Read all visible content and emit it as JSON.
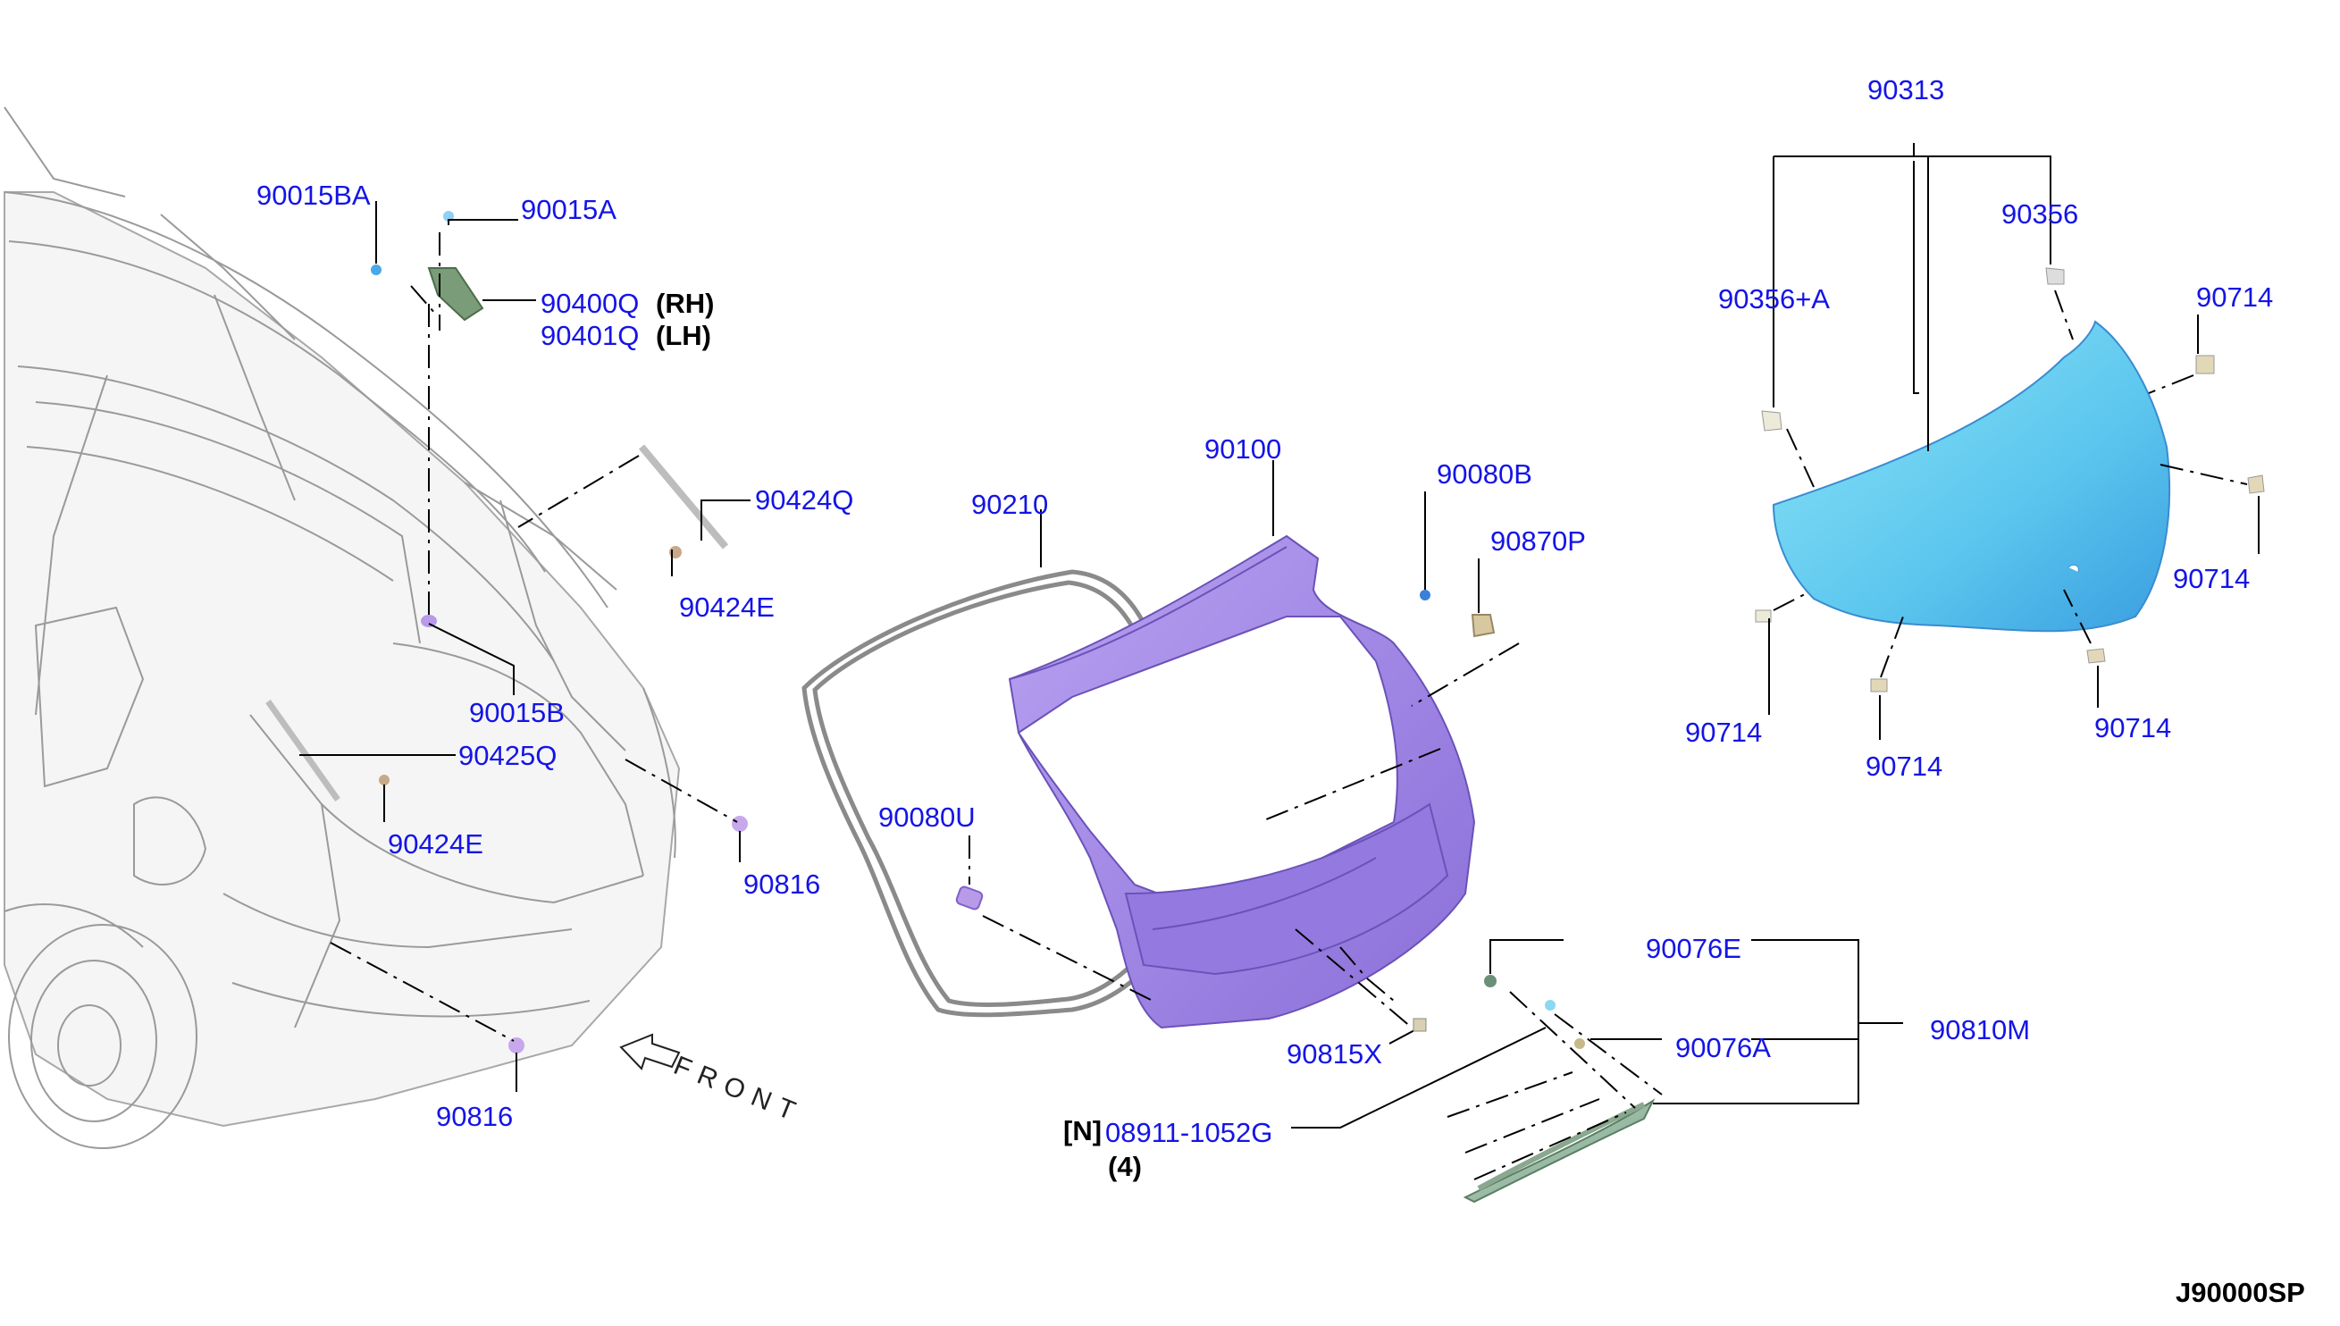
{
  "diagram": {
    "code": "J90000SP",
    "front_label": "FRONT",
    "labels": {
      "p90015BA": "90015BA",
      "p90015A": "90015A",
      "p90400Q": "90400Q",
      "p90400Q_side": "(RH)",
      "p90401Q": "90401Q",
      "p90401Q_side": "(LH)",
      "p90424Q": "90424Q",
      "p90424E_top": "90424E",
      "p90015B": "90015B",
      "p90425Q": "90425Q",
      "p90424E_bot": "90424E",
      "p90816_right": "90816",
      "p90816_bot": "90816",
      "p90210": "90210",
      "p90100": "90100",
      "p90080B": "90080B",
      "p90870P": "90870P",
      "p90080U": "90080U",
      "p90815X": "90815X",
      "p90076E": "90076E",
      "p90076A": "90076A",
      "p90810M": "90810M",
      "bolt_prefix": "[N]",
      "bolt_code": "08911-1052G",
      "bolt_qty": "(4)",
      "p90313": "90313",
      "p90356": "90356",
      "p90356A": "90356+A",
      "p90714_a": "90714",
      "p90714_b": "90714",
      "p90714_c": "90714",
      "p90714_d": "90714",
      "p90714_e": "90714"
    },
    "colors": {
      "label_text": "#1414e6",
      "back_door": "#a388e8",
      "back_glass": "#5cc6ee",
      "spoiler": "#6f9f82"
    }
  }
}
